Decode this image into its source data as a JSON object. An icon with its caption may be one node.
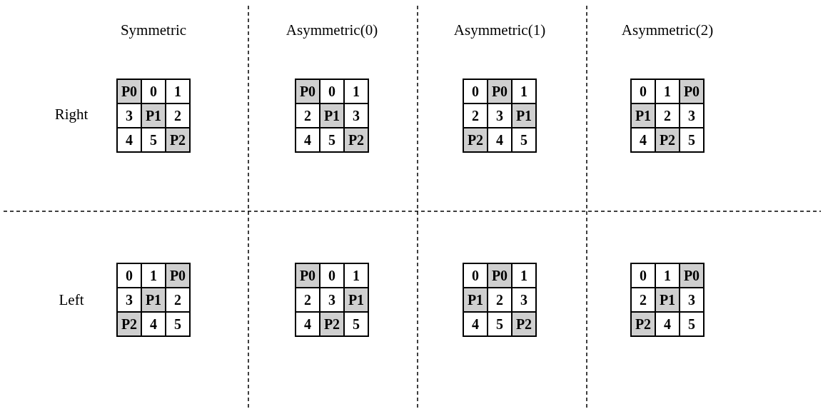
{
  "diagram": {
    "labels": [
      "Symmetric",
      "Asymmetric(0)",
      "Asymmetric(1)",
      "Asymmetric(2)",
      "Right",
      "P0",
      "0",
      "1",
      "3",
      "P1",
      "2",
      "4",
      "5",
      "P2",
      "P0",
      "0",
      "1",
      "2",
      "P1",
      "3",
      "4",
      "5",
      "P2",
      "0",
      "P0",
      "1",
      "2",
      "3",
      "P1",
      "P2",
      "4",
      "5",
      "0",
      "1",
      "P0",
      "P1",
      "2",
      "3",
      "4",
      "P2",
      "5",
      "Left",
      "0",
      "1",
      "P0",
      "3",
      "P1",
      "2",
      "P2",
      "4",
      "5",
      "P0",
      "0",
      "1",
      "2",
      "3",
      "P1",
      "4",
      "P2",
      "5",
      "0",
      "P0",
      "1",
      "P1",
      "2",
      "3",
      "4",
      "5",
      "P2",
      "0",
      "1",
      "P0",
      "2",
      "P1",
      "3",
      "P2",
      "4",
      "5"
    ]
  }
}
